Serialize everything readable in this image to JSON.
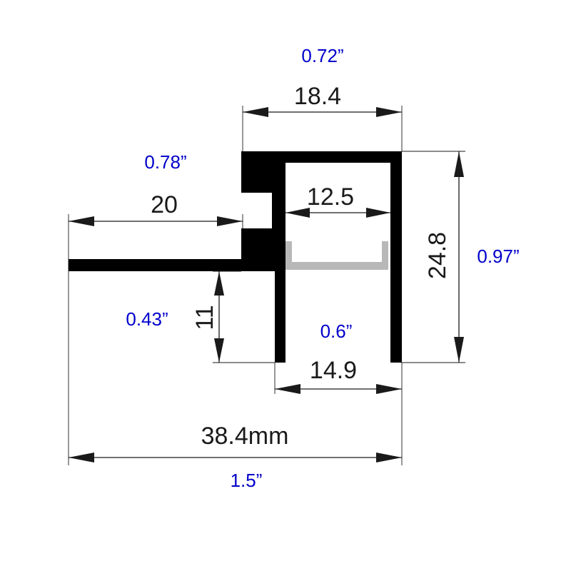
{
  "colors": {
    "profile": "#000000",
    "diffuser": "#b8b8b8",
    "metric_text": "#1a1a1a",
    "imperial_text": "#0000cc"
  },
  "dimensions": {
    "top_width": {
      "mm": "18.4",
      "inch": "0.72”"
    },
    "flange_width": {
      "mm": "20",
      "inch": "0.78”"
    },
    "inner_width": {
      "mm": "12.5"
    },
    "height": {
      "mm": "24.8",
      "inch": "0.97”"
    },
    "flange_height": {
      "mm": "11",
      "inch": "0.43”"
    },
    "channel_width": {
      "mm": "14.9",
      "inch": "0.6”"
    },
    "total_width": {
      "mm": "38.4mm",
      "inch": "1.5”"
    }
  }
}
